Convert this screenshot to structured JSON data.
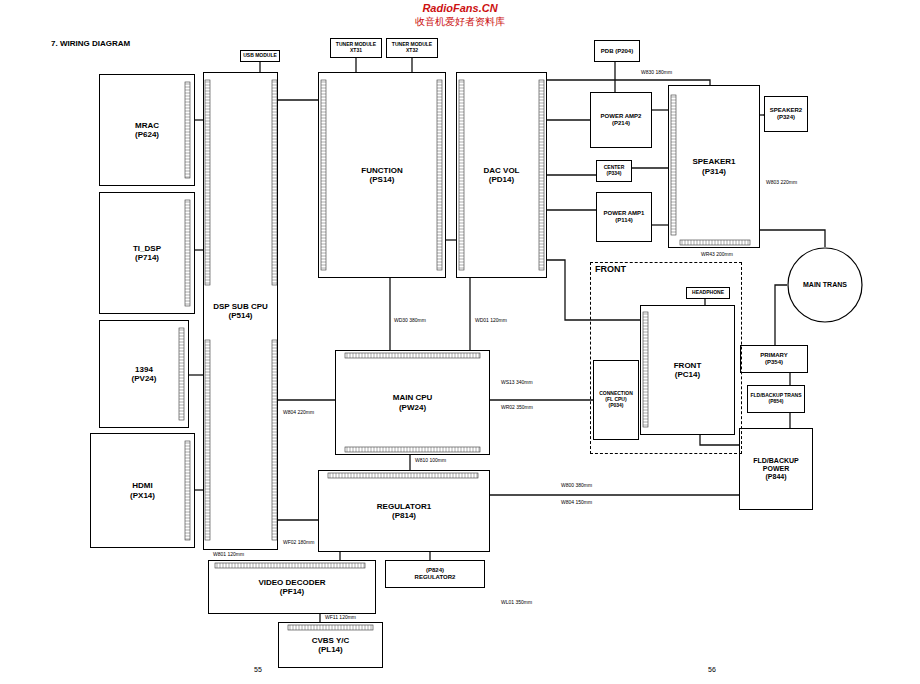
{
  "diagram": {
    "title": "7. WIRING DIAGRAM",
    "nodes": [
      {
        "text": [
          "MRAC",
          "(P624)"
        ]
      },
      {
        "text": [
          "TI_DSP",
          "(P714)"
        ]
      },
      {
        "text": [
          "1394",
          "(PV24)"
        ]
      },
      {
        "text": [
          "HDMI",
          "(PX14)"
        ]
      },
      {
        "text": [
          "DSP SUB CPU",
          "(P514)"
        ]
      },
      {
        "text": [
          "USB MODULE"
        ]
      },
      {
        "text": [
          "TUNER MODULE",
          "XT31"
        ]
      },
      {
        "text": [
          "TUNER MODULE",
          "XT32"
        ]
      },
      {
        "text": [
          "FUNCTION",
          "(PS14)"
        ]
      },
      {
        "text": [
          "DAC VOL",
          "(PD14)"
        ]
      },
      {
        "text": [
          "PDB (P204)"
        ]
      },
      {
        "text": [
          "POWER AMP2",
          "(P214)"
        ]
      },
      {
        "text": [
          "SPEAKER2",
          "(P324)"
        ]
      },
      {
        "text": [
          "SPEAKER1",
          "(P314)"
        ]
      },
      {
        "text": [
          "CENTER",
          "(P334)"
        ]
      },
      {
        "text": [
          "POWER AMP1",
          "(P114)"
        ]
      },
      {
        "text": [
          "MAIN TRANS"
        ]
      },
      {
        "text": [
          "FRONT"
        ]
      },
      {
        "text": [
          "HEADPHONE"
        ],
        "in": 17
      },
      {
        "text": [
          "CONNECTION (FL CPU)",
          "(P034)"
        ],
        "in": 17
      },
      {
        "text": [
          "FRONT",
          "(PC14)"
        ],
        "in": 17
      },
      {
        "text": [
          "PRIMARY",
          "(P354)"
        ]
      },
      {
        "text": [
          "FLD/BACKUP TRANS",
          "(P854)"
        ]
      },
      {
        "text": [
          "MAIN CPU",
          "(PW24)"
        ]
      },
      {
        "text": [
          "REGULATOR1",
          "(P814)"
        ]
      },
      {
        "text": [
          "FLD/BACKUP POWER",
          "(P844)"
        ]
      },
      {
        "text": [
          "VIDEO DECODER",
          "(PF14)"
        ]
      },
      {
        "text": [
          "(P824)",
          "REGULATOR2"
        ]
      },
      {
        "text": [
          "CVBS Y/C",
          "(PL14)"
        ]
      }
    ],
    "edges": [
      {
        "from": 0,
        "to": 4,
        "arrow": "none"
      },
      {
        "from": 1,
        "to": 4,
        "arrow": "none"
      },
      {
        "from": 2,
        "to": 4,
        "arrow": "none"
      },
      {
        "from": 3,
        "to": 4,
        "arrow": "none"
      },
      {
        "from": 5,
        "to": 4,
        "arrow": "none"
      },
      {
        "from": 6,
        "to": 8,
        "arrow": "none"
      },
      {
        "from": 7,
        "to": 8,
        "arrow": "none"
      },
      {
        "from": 4,
        "to": 8,
        "arrow": "none"
      },
      {
        "from": 8,
        "to": 9,
        "arrow": "none"
      },
      {
        "from": 8,
        "to": 23,
        "arrow": "none"
      },
      {
        "from": 9,
        "to": 23,
        "arrow": "none"
      },
      {
        "from": 4,
        "to": 23,
        "arrow": "none"
      },
      {
        "from": 23,
        "to": 24,
        "arrow": "none"
      },
      {
        "from": 4,
        "to": 24,
        "arrow": "none"
      },
      {
        "from": 24,
        "to": 26,
        "arrow": "none"
      },
      {
        "from": 24,
        "to": 27,
        "arrow": "none"
      },
      {
        "from": 26,
        "to": 28,
        "arrow": "none"
      },
      {
        "from": 9,
        "to": 13,
        "arrow": "none"
      },
      {
        "from": 10,
        "to": 11,
        "arrow": "none"
      },
      {
        "from": 9,
        "to": 11,
        "arrow": "none"
      },
      {
        "from": 11,
        "to": 13,
        "arrow": "none"
      },
      {
        "from": 9,
        "to": 14,
        "arrow": "none"
      },
      {
        "from": 14,
        "to": 13,
        "arrow": "none"
      },
      {
        "from": 9,
        "to": 15,
        "arrow": "none"
      },
      {
        "from": 15,
        "to": 13,
        "arrow": "none"
      },
      {
        "from": 12,
        "to": 13,
        "arrow": "none"
      },
      {
        "from": 13,
        "to": 16,
        "arrow": "none"
      },
      {
        "from": 16,
        "to": 21,
        "arrow": "none"
      },
      {
        "from": 21,
        "to": 22,
        "arrow": "none"
      },
      {
        "from": 22,
        "to": 25,
        "arrow": "none"
      },
      {
        "from": 25,
        "to": 20,
        "arrow": "none"
      },
      {
        "from": 23,
        "to": 19,
        "arrow": "none"
      },
      {
        "from": 24,
        "to": 25,
        "arrow": "none"
      },
      {
        "from": 9,
        "to": 20,
        "arrow": "none"
      },
      {
        "from": 18,
        "to": 20,
        "arrow": "none"
      }
    ],
    "labels": [
      "RadioFans.CN",
      "收音机爱好者资料库",
      "55",
      "56",
      "W801 120mm",
      "WF02 180mm",
      "W804 220mm",
      "WD30 380mm",
      "WD01 120mm",
      "W810 100mm",
      "WS13 340mm",
      "WR02 350mm",
      "W800 380mm",
      "W804 150mm",
      "WL01 350mm",
      "WF11 120mm",
      "W830 180mm",
      "W803 220mm",
      "WR43 200mm"
    ]
  }
}
